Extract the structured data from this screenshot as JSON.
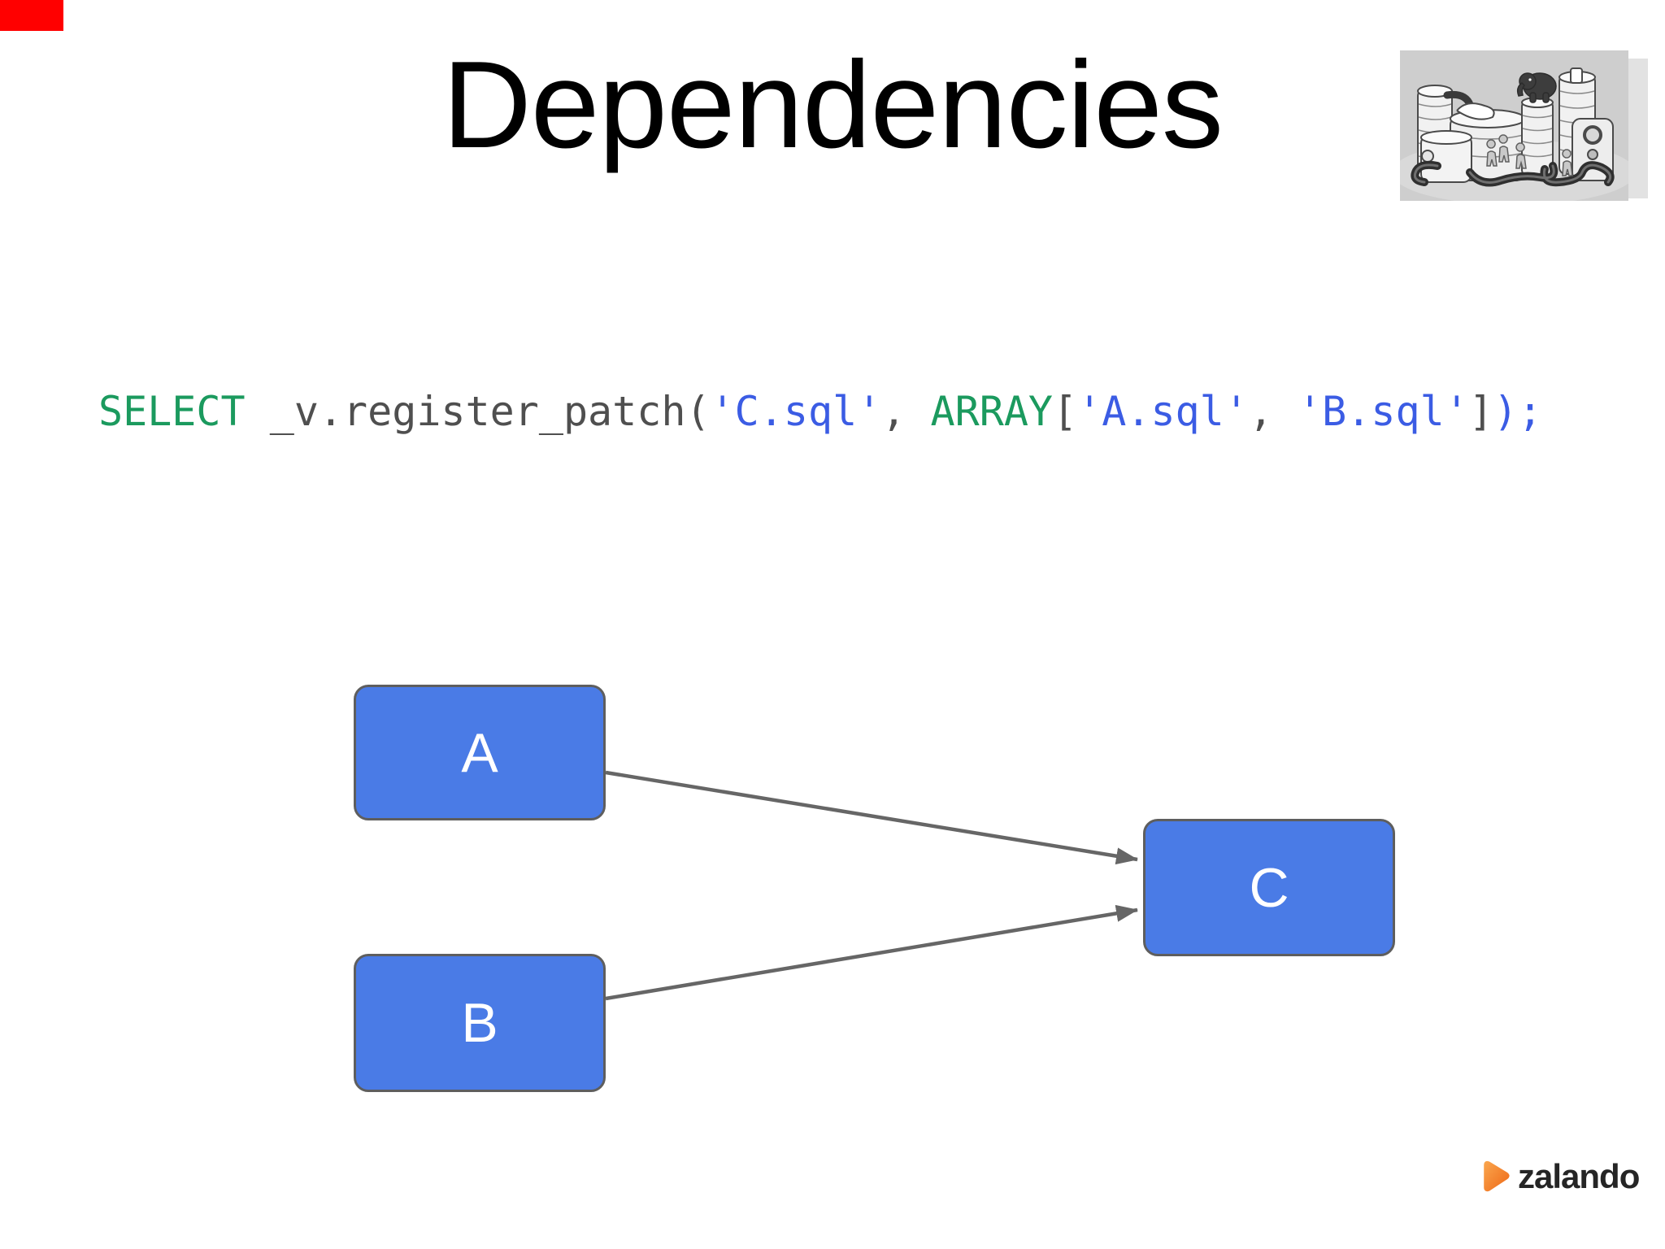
{
  "slide": {
    "title": "Dependencies",
    "background_color": "#ffffff",
    "red_marker_color": "#ff0000"
  },
  "code": {
    "full_text": "SELECT _v.register_patch('C.sql', ARRAY['A.sql', 'B.sql']);",
    "keyword_color": "#1b9a5e",
    "string_color": "#3b5ce4",
    "plain_color": "#4f4f4f",
    "tokens": [
      {
        "text": "SELECT ",
        "kind": "keyword"
      },
      {
        "text": "_v.register_patch(",
        "kind": "plain"
      },
      {
        "text": "'C.sql'",
        "kind": "string"
      },
      {
        "text": ", ",
        "kind": "plain"
      },
      {
        "text": "ARRAY",
        "kind": "keyword"
      },
      {
        "text": "[",
        "kind": "plain"
      },
      {
        "text": "'A.sql'",
        "kind": "string"
      },
      {
        "text": ", ",
        "kind": "plain"
      },
      {
        "text": "'B.sql'",
        "kind": "string"
      },
      {
        "text": "]",
        "kind": "plain"
      },
      {
        "text": ");",
        "kind": "string"
      }
    ]
  },
  "diagram": {
    "node_fill": "#4a7be6",
    "node_border": "#5e5e5e",
    "edge_color": "#666666",
    "nodes": [
      {
        "id": "A",
        "label": "A"
      },
      {
        "id": "B",
        "label": "B"
      },
      {
        "id": "C",
        "label": "C"
      }
    ],
    "edges": [
      {
        "from": "A",
        "to": "C"
      },
      {
        "from": "B",
        "to": "C"
      }
    ]
  },
  "illustration": {
    "name": "databases-with-elephant-cartoon",
    "background_color": "#cecece"
  },
  "footer": {
    "logo_text": "zalando",
    "logo_accent_color": "#f47b20",
    "logo_text_color": "#252525"
  }
}
